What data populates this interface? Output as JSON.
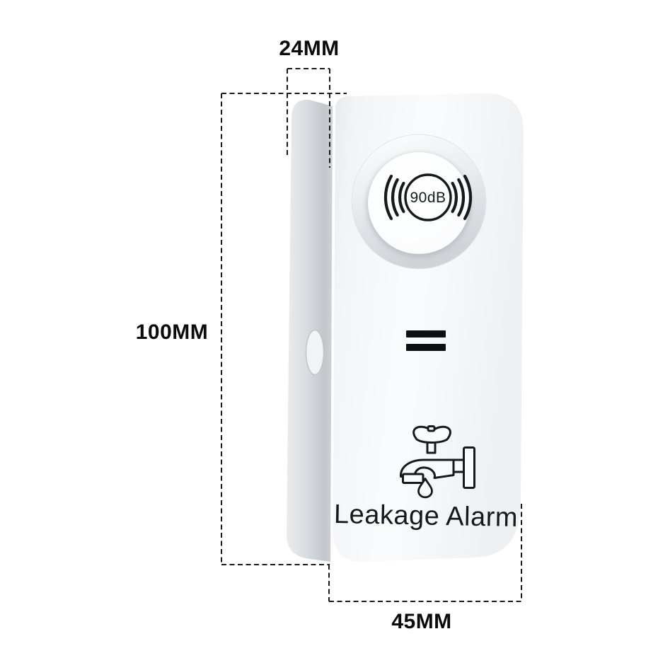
{
  "device": {
    "product_name": "Leakage Alarm",
    "sound_level": "90dB"
  },
  "dimensions": {
    "width": "24MM",
    "height": "100MM",
    "depth": "45MM"
  },
  "icons": {
    "sound_waves": "sound-waves-icon",
    "speaker": "speaker-button",
    "faucet": "faucet-icon",
    "water_drop": "water-drop-icon",
    "indicator_slots": "indicator-slots"
  },
  "colors": {
    "background": "#ffffff",
    "device_front": "#f7f8fa",
    "device_side": "#d4d8db",
    "annotation": "#111111",
    "icon_ink": "#17191b"
  }
}
